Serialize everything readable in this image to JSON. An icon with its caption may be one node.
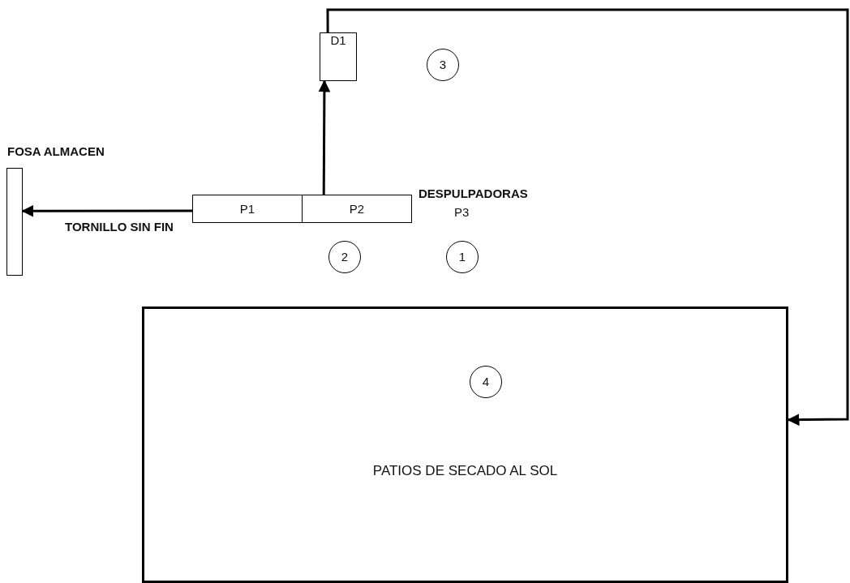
{
  "diagram": {
    "nodes": [
      {
        "text": [
          "D1"
        ]
      },
      {
        "text": [
          "3"
        ]
      },
      {
        "text": [
          "FOSA ALMACEN"
        ]
      },
      {
        "text": [
          "P1"
        ]
      },
      {
        "text": [
          "P2"
        ]
      },
      {
        "text": [
          "2"
        ]
      },
      {
        "text": [
          "1"
        ]
      },
      {
        "text": [
          "PATIOS DE SECADO AL SOL"
        ]
      },
      {
        "text": [
          "4"
        ],
        "in": 7
      }
    ],
    "edges": [
      {
        "from": 4,
        "to": 0,
        "arrow": "to"
      },
      {
        "from": 3,
        "to": 2,
        "arrow": "to"
      },
      {
        "from": 0,
        "to": 7,
        "arrow": "to"
      }
    ],
    "labels": [
      "DESPULPADORAS",
      "P3",
      "TORNILLO SIN FIN"
    ]
  }
}
